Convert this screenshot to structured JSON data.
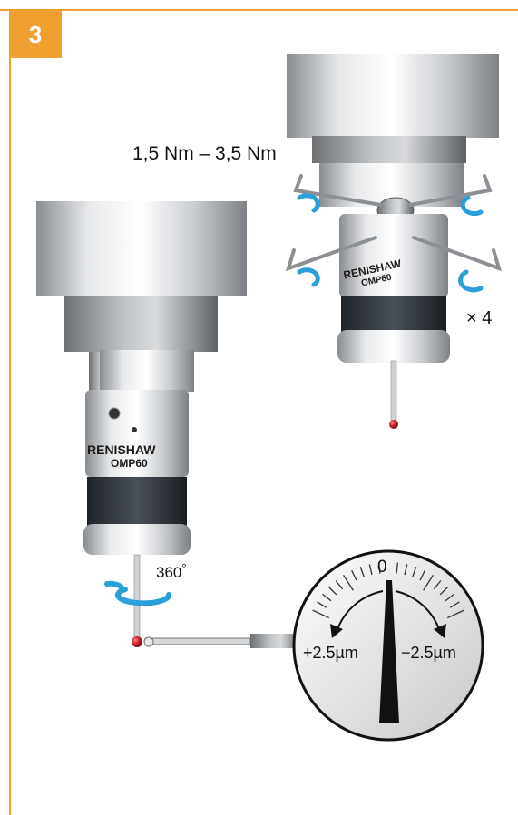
{
  "step": {
    "number": "3"
  },
  "labels": {
    "torque_range": "1,5 Nm – 3,5 Nm",
    "multiplier": "× 4",
    "rotation": "360",
    "degree_symbol": "°"
  },
  "gauge": {
    "zero": "0",
    "plus": "+2.5µm",
    "minus": "−2.5µm"
  },
  "probe": {
    "brand": "RENISHAW",
    "model": "OMP60"
  },
  "colors": {
    "accent": "#f0a030",
    "arrow": "#2a9fd8",
    "stylus_ball": "#c81e2a",
    "needle": "#111111"
  }
}
